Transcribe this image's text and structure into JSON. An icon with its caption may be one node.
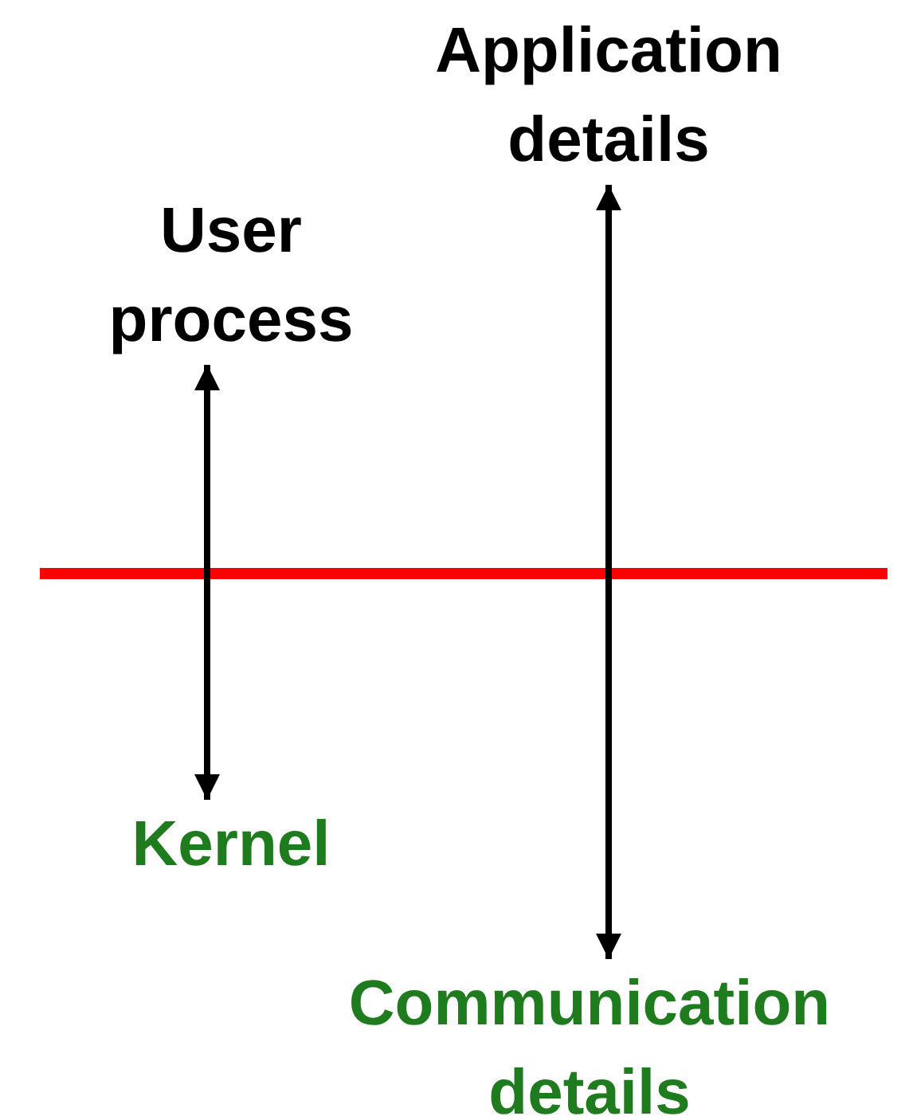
{
  "diagram": {
    "nodes": [
      {
        "text": [
          "User process"
        ]
      },
      {
        "text": [
          "Kernel"
        ]
      },
      {
        "text": [
          "Application details"
        ]
      },
      {
        "text": [
          "Communication details"
        ]
      }
    ],
    "edges": [
      {
        "from": 0,
        "to": 1,
        "arrow": "both"
      },
      {
        "from": 2,
        "to": 3,
        "arrow": "both"
      }
    ]
  }
}
